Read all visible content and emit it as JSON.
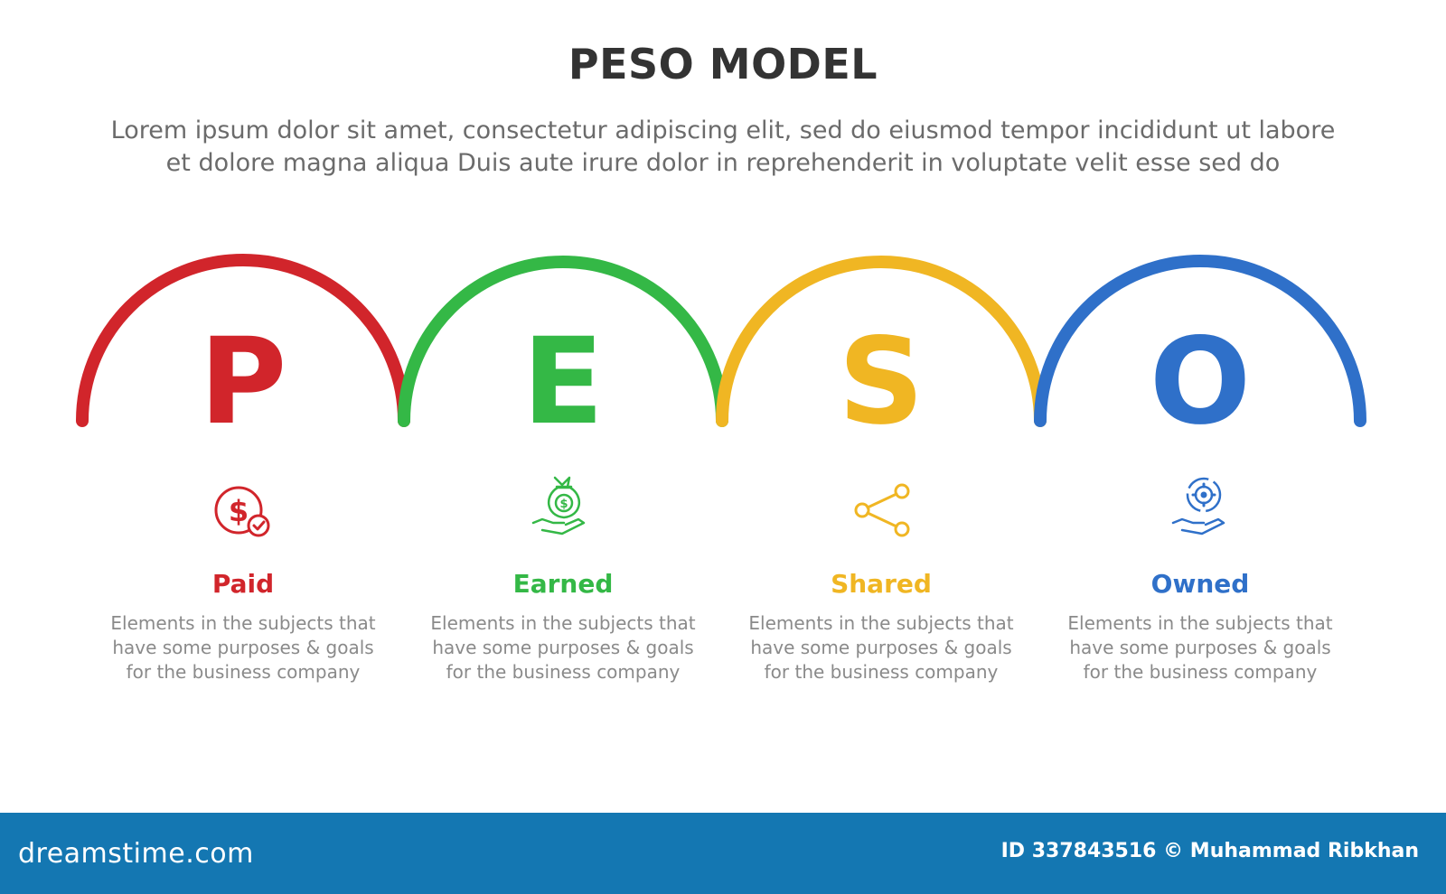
{
  "title": "PESO MODEL",
  "subtitle": {
    "line1": "Lorem ipsum dolor sit amet, consectetur adipiscing elit, sed do eiusmod tempor incididunt ut labore",
    "line2": "et dolore magna aliqua Duis aute irure dolor in reprehenderit in voluptate velit esse sed do"
  },
  "items": [
    {
      "letter": "P",
      "label": "Paid",
      "color": "#d1252b",
      "icon": "dollar-coin-check-icon",
      "desc": [
        "Elements in the subjects that",
        "have  some purposes & goals",
        "for the  business company"
      ]
    },
    {
      "letter": "E",
      "label": "Earned",
      "color": "#34b846",
      "icon": "money-bag-hand-icon",
      "desc": [
        "Elements in the subjects that",
        "have  some purposes & goals",
        "for the  business company"
      ]
    },
    {
      "letter": "S",
      "label": "Shared",
      "color": "#f0b623",
      "icon": "share-nodes-icon",
      "desc": [
        "Elements in the subjects that",
        "have  some purposes & goals",
        "for the  business company"
      ]
    },
    {
      "letter": "O",
      "label": "Owned",
      "color": "#2f70c9",
      "icon": "gear-hand-icon",
      "desc": [
        "Elements in the subjects that",
        "have  some purposes & goals",
        "for the  business company"
      ]
    }
  ],
  "footer": {
    "brand": "dreamstime.com",
    "credit": "ID 337843516 © Muhammad Ribkhan",
    "color": "#1477b2"
  }
}
